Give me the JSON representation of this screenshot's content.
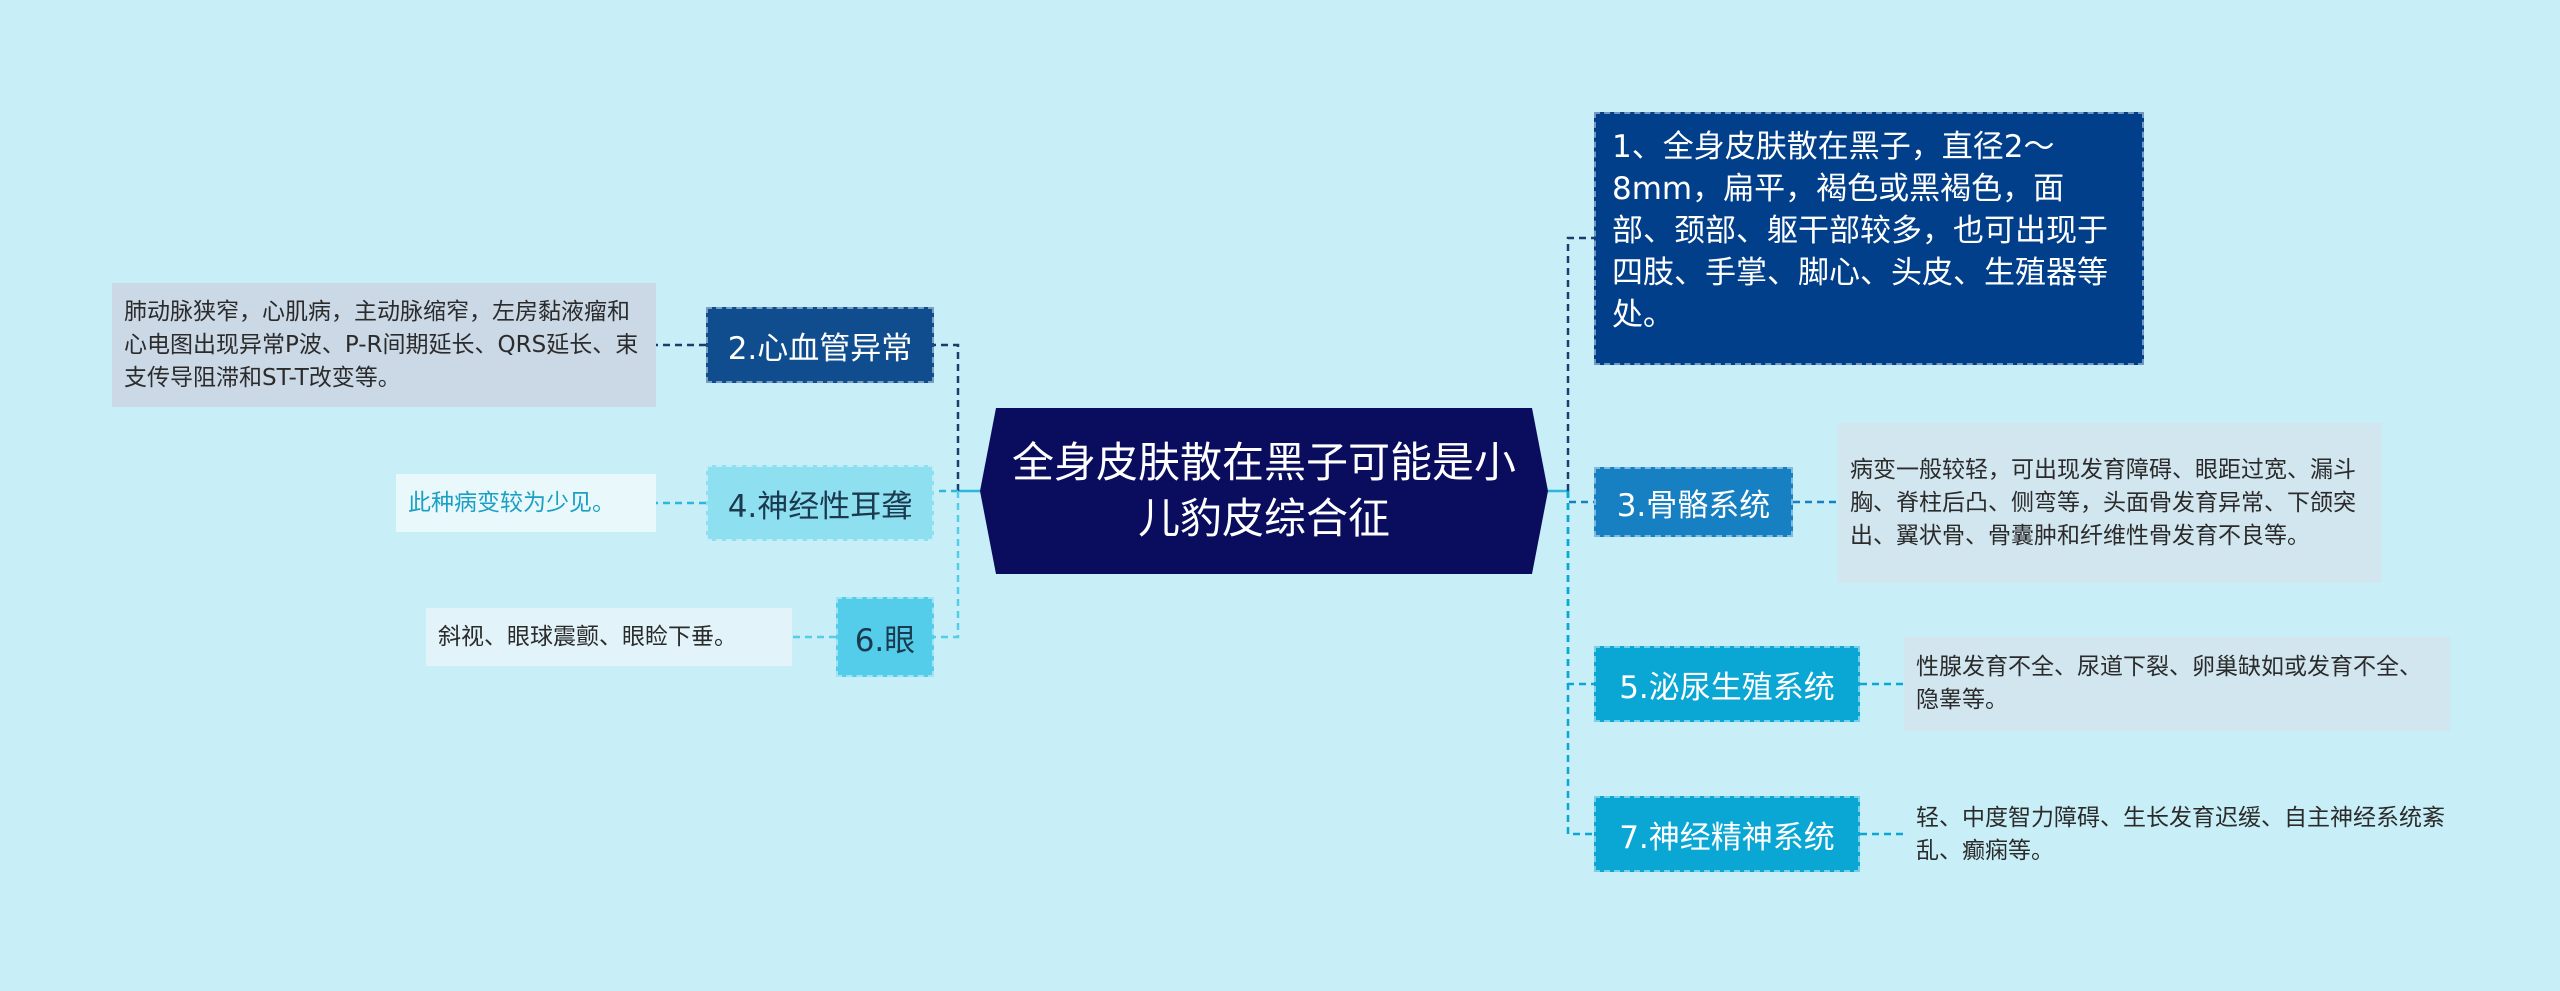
{
  "center": {
    "title": "全身皮肤散在黑子可能是小儿豹皮综合征"
  },
  "right": [
    {
      "label": "1、全身皮肤散在黑子，直径2～8mm，扁平，褐色或黑褐色，面部、颈部、躯干部较多，也可出现于四肢、手掌、脚心、头皮、生殖器等处。"
    },
    {
      "label": "3.骨骼系统",
      "detail": "病变一般较轻，可出现发育障碍、眼距过宽、漏斗胸、脊柱后凸、侧弯等，头面骨发育异常、下颌突出、翼状骨、骨囊肿和纤维性骨发育不良等。"
    },
    {
      "label": "5.泌尿生殖系统",
      "detail": "性腺发育不全、尿道下裂、卵巢缺如或发育不全、隐睾等。"
    },
    {
      "label": "7.神经精神系统",
      "detail": "轻、中度智力障碍、生长发育迟缓、自主神经系统紊乱、癫痫等。"
    }
  ],
  "left": [
    {
      "label": "2.心血管异常",
      "detail": "肺动脉狭窄，心肌病，主动脉缩窄，左房黏液瘤和心电图出现异常P波、P-R间期延长、QRS延长、束支传导阻滞和ST-T改变等。"
    },
    {
      "label": "4.神经性耳聋",
      "detail": "此种病变较为少见。"
    },
    {
      "label": "6.眼",
      "detail": "斜视、眼球震颤、眼睑下垂。"
    }
  ],
  "colors": {
    "background": "#c8eff7",
    "center": "#0a0c5e",
    "dark_blue": "#023f8a",
    "blue": "#0f4d8f",
    "mid_blue": "#1780c2",
    "cyan": "#0aa7d4",
    "light_cyan": "#8ee0f0",
    "sky": "#54cdeb"
  }
}
